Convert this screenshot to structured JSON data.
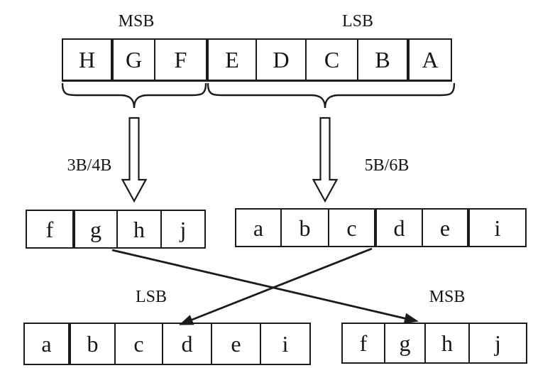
{
  "labels": {
    "top_msb": "MSB",
    "top_lsb": "LSB",
    "encoder_left": "3B/4B",
    "encoder_right": "5B/6B",
    "bottom_lsb": "LSB",
    "bottom_msb": "MSB"
  },
  "registers": {
    "input": {
      "cells": [
        "H",
        "G",
        "F",
        "E",
        "D",
        "C",
        "B",
        "A"
      ]
    },
    "encoded_3b4b": {
      "cells": [
        "f",
        "g",
        "h",
        "j"
      ]
    },
    "encoded_5b6b": {
      "cells": [
        "a",
        "b",
        "c",
        "d",
        "e",
        "i"
      ]
    },
    "output_lsb": {
      "cells": [
        "a",
        "b",
        "c",
        "d",
        "e",
        "i"
      ]
    },
    "output_msb": {
      "cells": [
        "f",
        "g",
        "h",
        "j"
      ]
    }
  },
  "colors": {
    "ink": "#1b1b1b",
    "background": "#ffffff"
  }
}
